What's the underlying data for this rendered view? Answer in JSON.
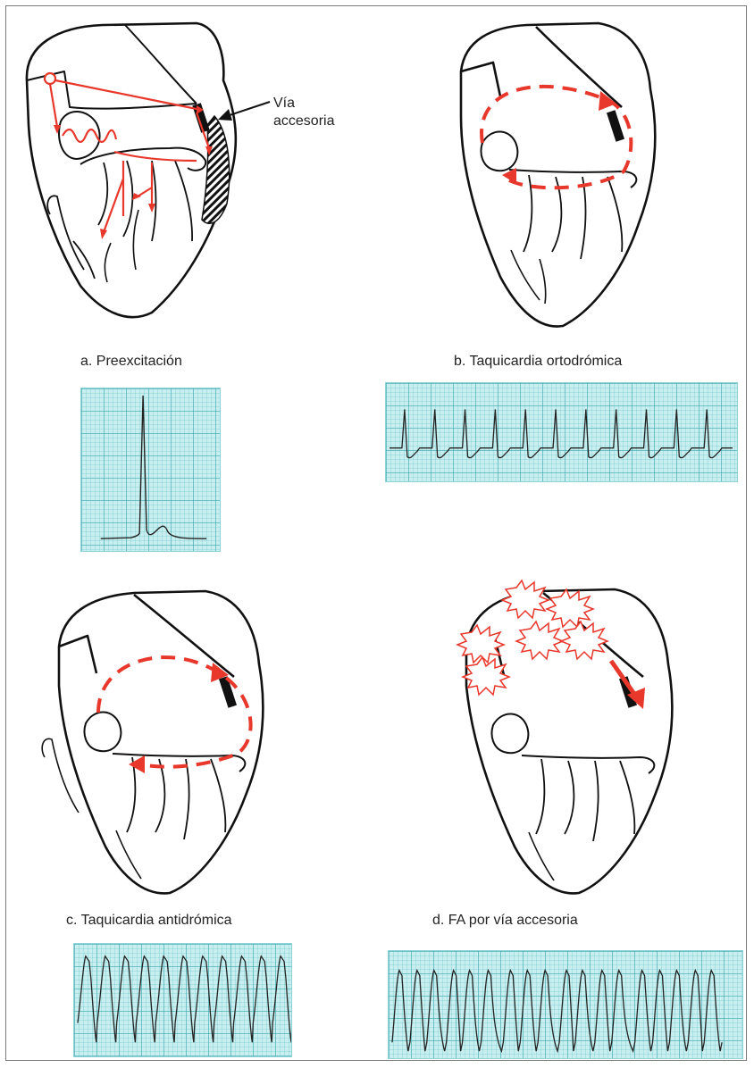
{
  "annotation": {
    "line1": "Vía",
    "line2": "accesoria"
  },
  "panels": [
    {
      "id": "a",
      "caption": "a. Preexcitación"
    },
    {
      "id": "b",
      "caption": "b. Taquicardia ortodrómica"
    },
    {
      "id": "c",
      "caption": "c. Taquicardia antidrómica"
    },
    {
      "id": "d",
      "caption": "d. FA por vía accesoria"
    }
  ],
  "colors": {
    "conduction": "#e8372b",
    "outline": "#111111",
    "ecg_grid": "#c9eef0",
    "ecg_trace": "#222222"
  }
}
